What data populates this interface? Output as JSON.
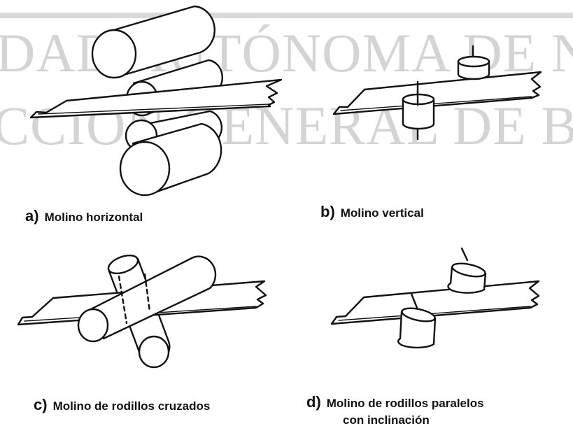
{
  "watermark": {
    "line1": "DAD AUTÓNOMA DE NUEVO L",
    "line2": "CCIÓN GENERAL DE BIBLIOTECAS"
  },
  "captions": {
    "a": {
      "letter": "a)",
      "text": "Molino horizontal"
    },
    "b": {
      "letter": "b)",
      "text": "Molino vertical"
    },
    "c": {
      "letter": "c)",
      "text": "Molino de rodillos cruzados"
    },
    "d": {
      "letter": "d)",
      "text": "Molino de rodillos paralelos",
      "text2": "con inclinación"
    }
  }
}
